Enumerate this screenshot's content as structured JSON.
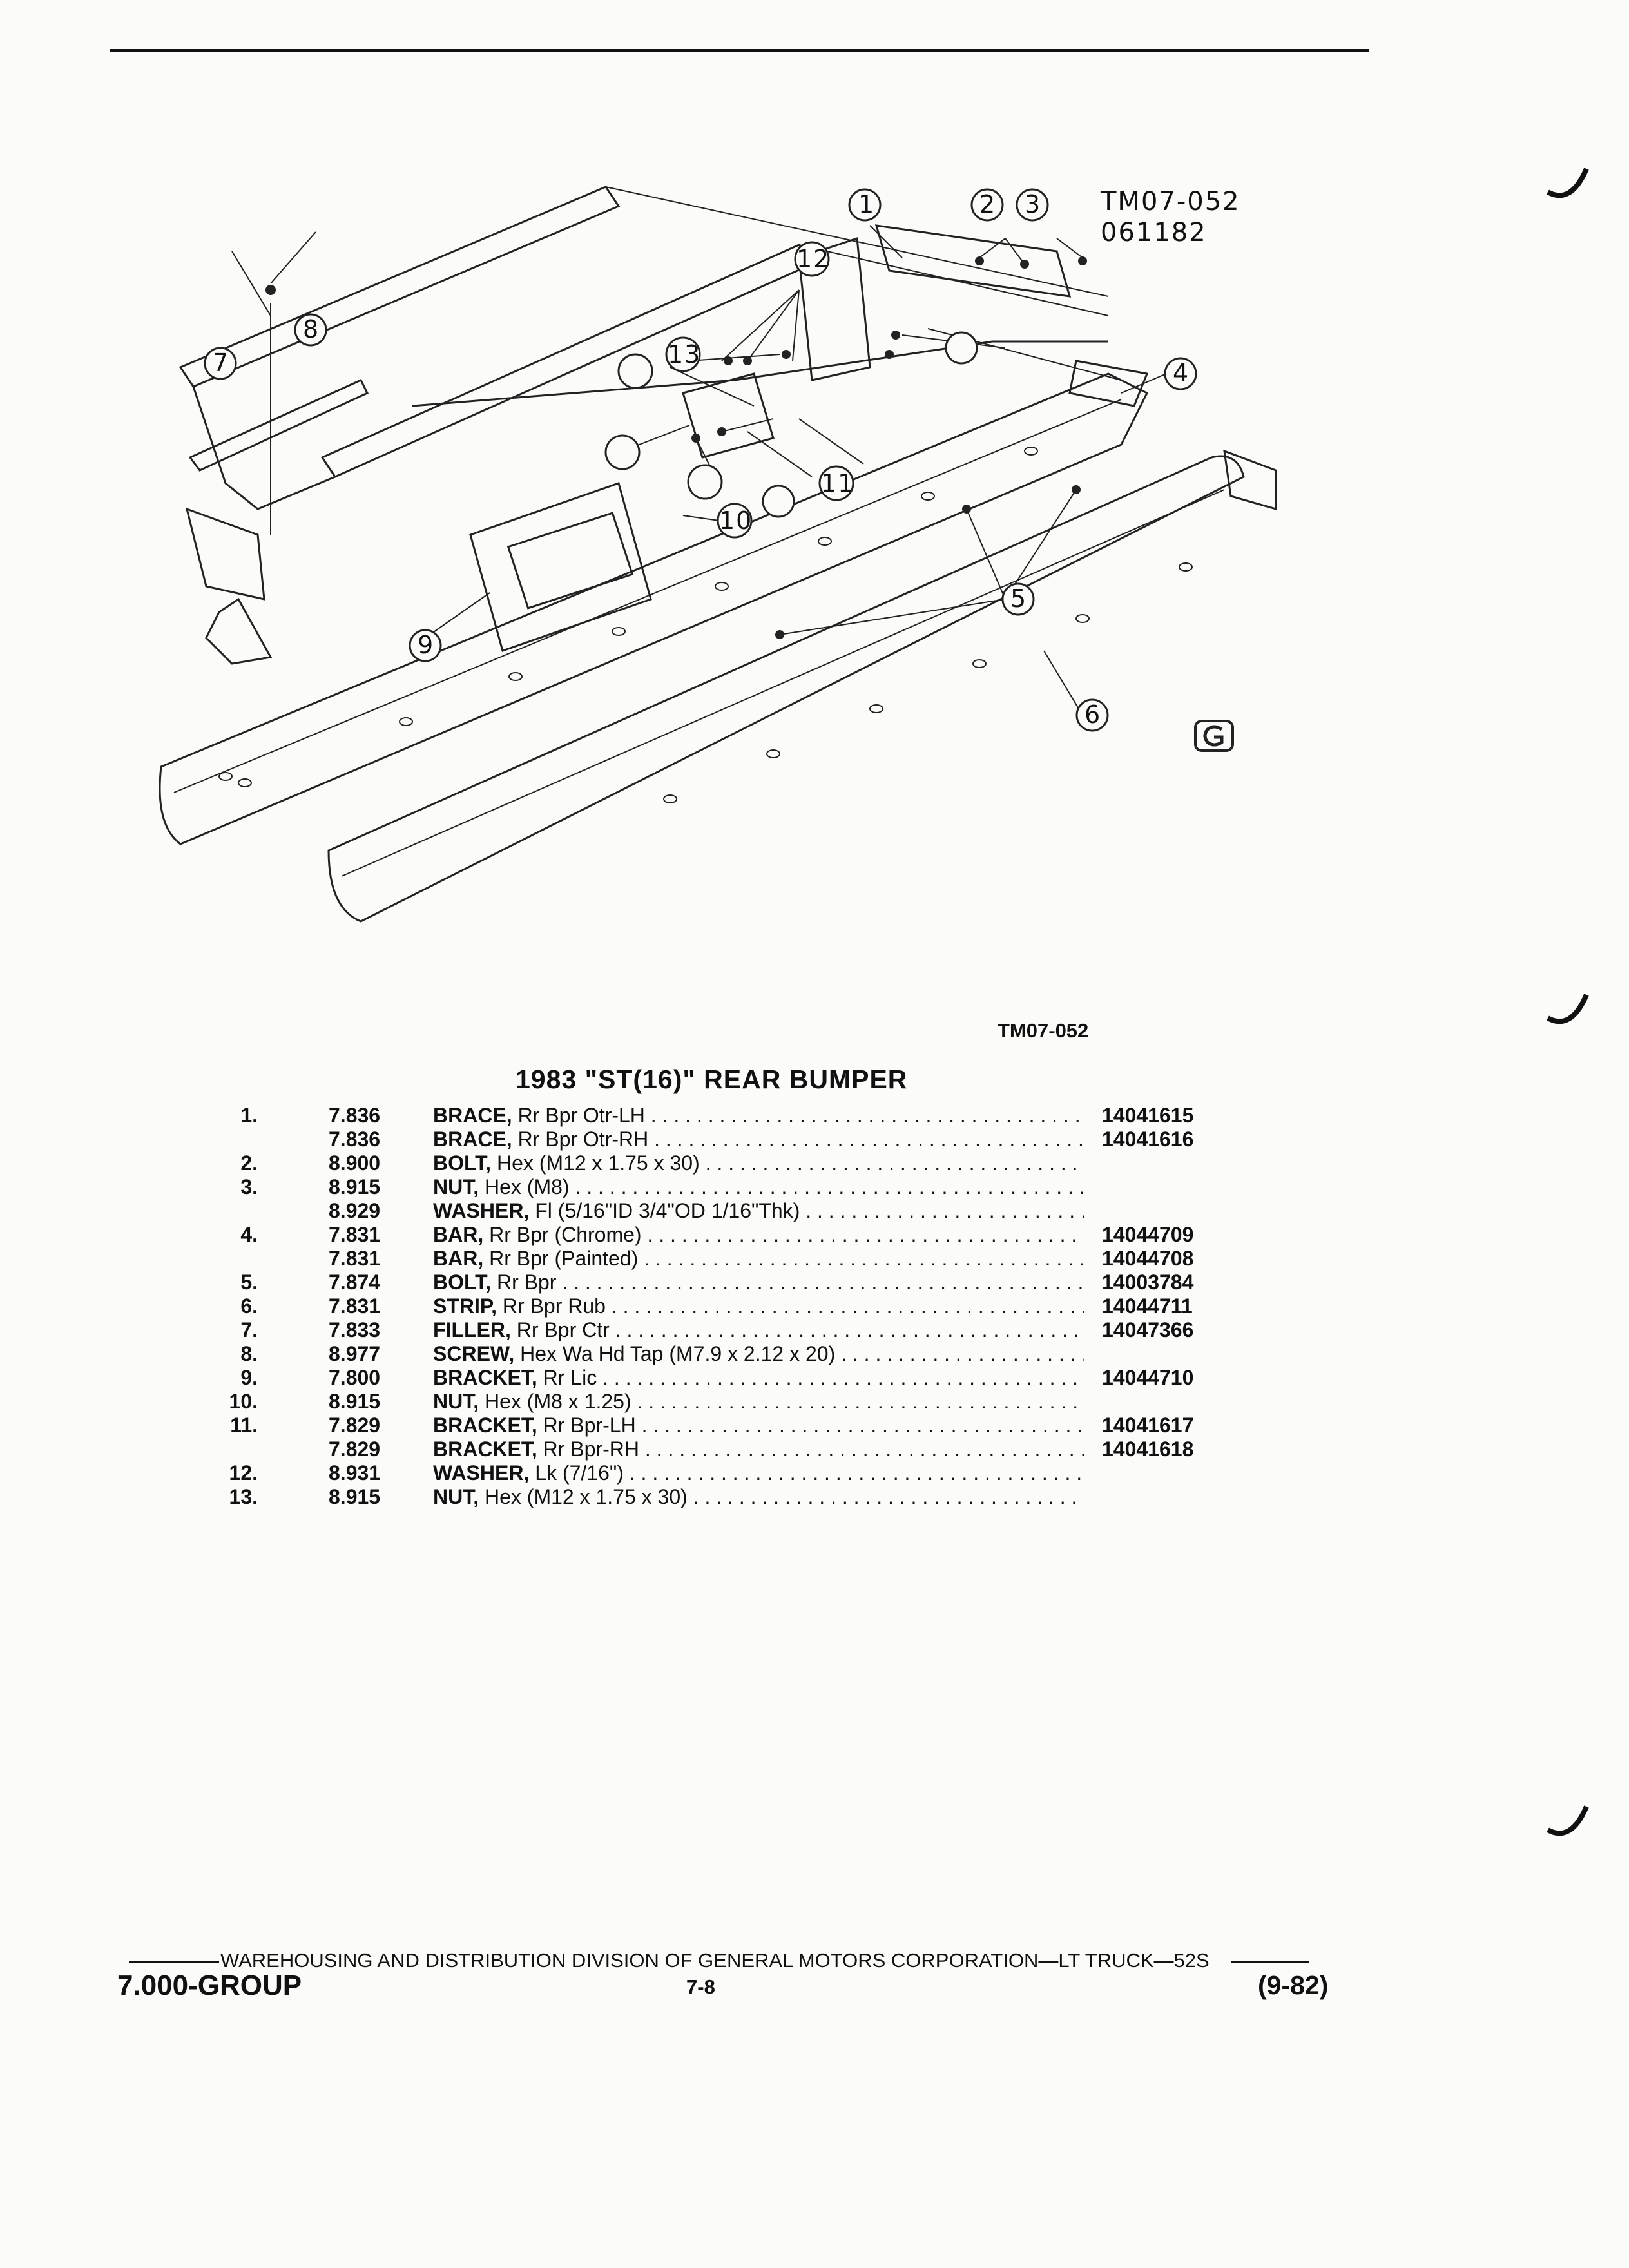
{
  "figure": {
    "code": "TM07-052",
    "date_code": "061182"
  },
  "callouts": [
    "1",
    "2",
    "3",
    "4",
    "5",
    "6",
    "7",
    "8",
    "9",
    "10",
    "11",
    "12",
    "13"
  ],
  "caption": "TM07-052",
  "title": "1983 \"ST(16)\" REAR BUMPER",
  "parts": [
    {
      "num": "1.",
      "group": "7.836",
      "name": "BRACE,",
      "spec": "Rr Bpr Otr-LH",
      "part": "14041615"
    },
    {
      "num": "",
      "group": "7.836",
      "name": "BRACE,",
      "spec": "Rr Bpr Otr-RH",
      "part": "14041616"
    },
    {
      "num": "2.",
      "group": "8.900",
      "name": "BOLT,",
      "spec": "Hex (M12 x 1.75 x 30)",
      "part": ""
    },
    {
      "num": "3.",
      "group": "8.915",
      "name": "NUT,",
      "spec": "Hex (M8)",
      "part": ""
    },
    {
      "num": "",
      "group": "8.929",
      "name": "WASHER,",
      "spec": "Fl (5/16\"ID 3/4\"OD 1/16\"Thk)",
      "part": ""
    },
    {
      "num": "4.",
      "group": "7.831",
      "name": "BAR,",
      "spec": "Rr Bpr (Chrome)",
      "part": "14044709"
    },
    {
      "num": "",
      "group": "7.831",
      "name": "BAR,",
      "spec": "Rr Bpr (Painted)",
      "part": "14044708"
    },
    {
      "num": "5.",
      "group": "7.874",
      "name": "BOLT,",
      "spec": "Rr Bpr",
      "part": "14003784"
    },
    {
      "num": "6.",
      "group": "7.831",
      "name": "STRIP,",
      "spec": "Rr Bpr Rub",
      "part": "14044711"
    },
    {
      "num": "7.",
      "group": "7.833",
      "name": "FILLER,",
      "spec": "Rr Bpr Ctr",
      "part": "14047366"
    },
    {
      "num": "8.",
      "group": "8.977",
      "name": "SCREW,",
      "spec": "Hex Wa Hd Tap (M7.9 x 2.12 x 20)",
      "part": ""
    },
    {
      "num": "9.",
      "group": "7.800",
      "name": "BRACKET,",
      "spec": "Rr Lic",
      "part": "14044710"
    },
    {
      "num": "10.",
      "group": "8.915",
      "name": "NUT,",
      "spec": "Hex (M8 x 1.25)",
      "part": ""
    },
    {
      "num": "11.",
      "group": "7.829",
      "name": "BRACKET,",
      "spec": "Rr Bpr-LH",
      "part": "14041617"
    },
    {
      "num": "",
      "group": "7.829",
      "name": "BRACKET,",
      "spec": "Rr Bpr-RH",
      "part": "14041618"
    },
    {
      "num": "12.",
      "group": "8.931",
      "name": "WASHER,",
      "spec": "Lk (7/16\")",
      "part": ""
    },
    {
      "num": "13.",
      "group": "8.915",
      "name": "NUT,",
      "spec": "Hex (M12 x 1.75 x 30)",
      "part": ""
    }
  ],
  "footer": {
    "publisher": "WAREHOUSING AND DISTRIBUTION  DIVISION OF GENERAL MOTORS CORPORATION—LT TRUCK—52S",
    "group": "7.000-GROUP",
    "page": "7-8",
    "date": "(9-82)"
  }
}
